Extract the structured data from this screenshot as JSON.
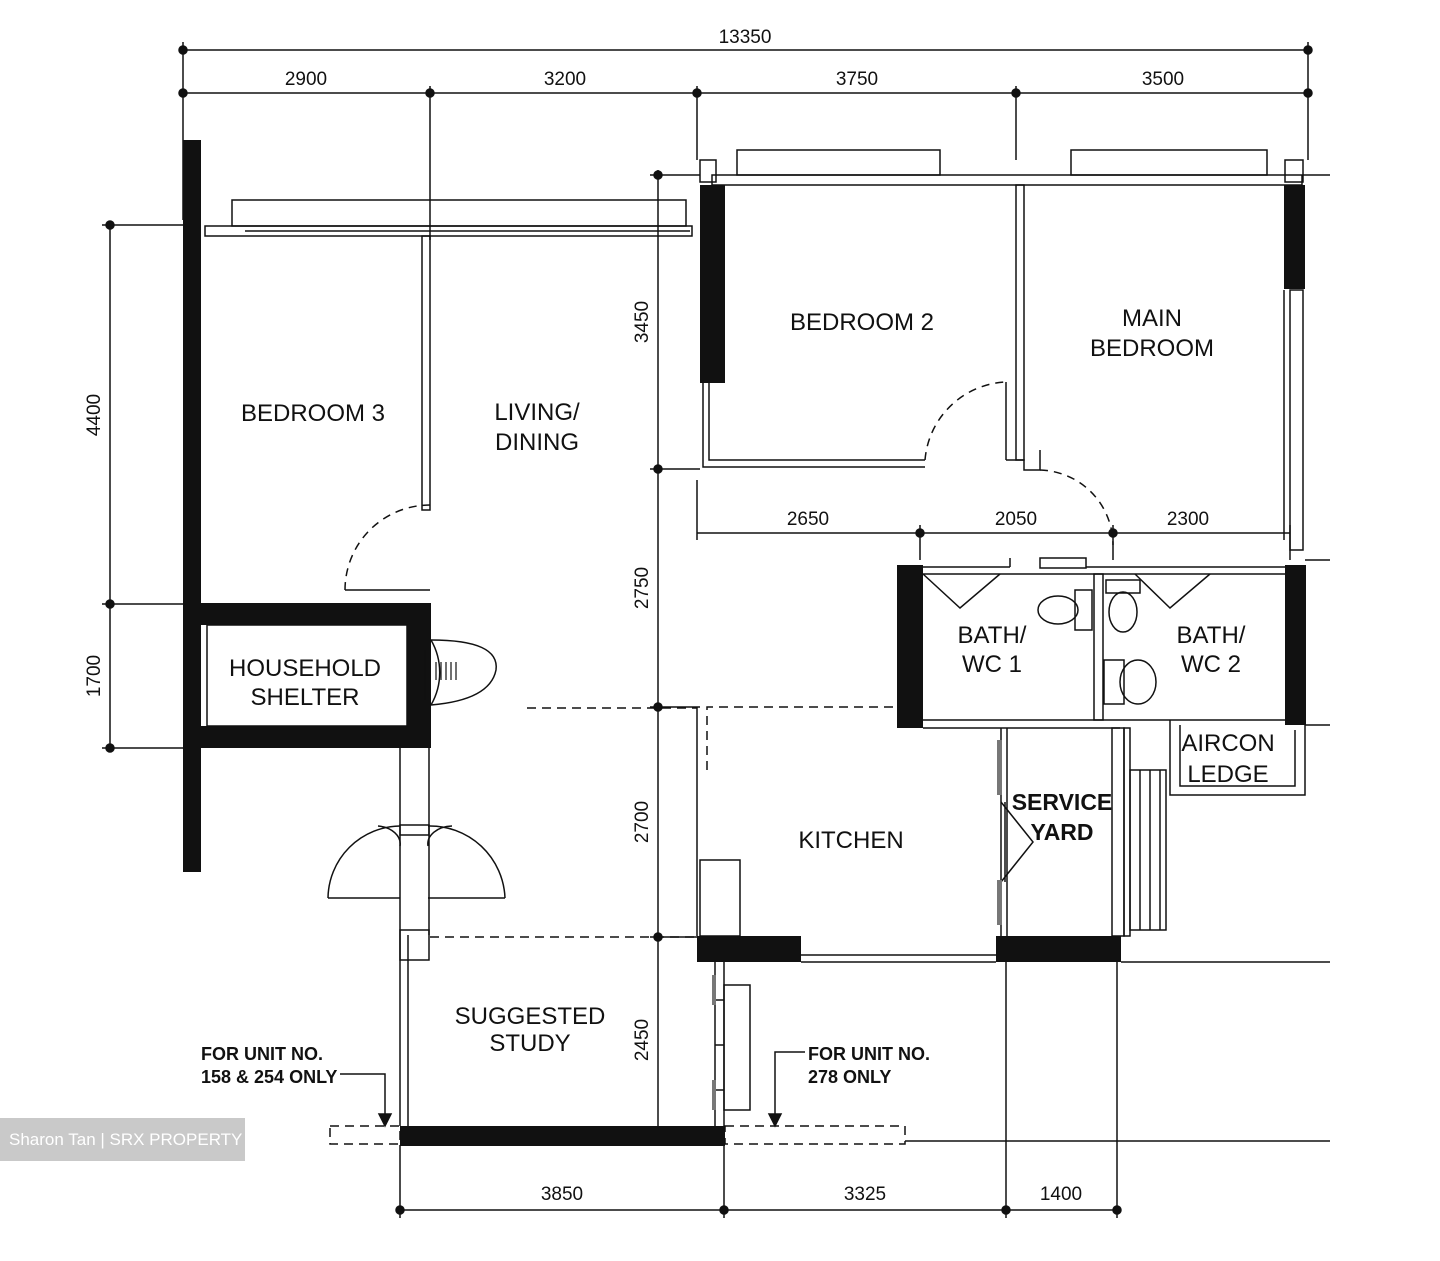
{
  "dimensions": {
    "top_total": "13350",
    "top": [
      "2900",
      "3200",
      "3750",
      "3500"
    ],
    "left": [
      "4400",
      "1700"
    ],
    "center_vertical": [
      "3450",
      "2750",
      "2700",
      "2450"
    ],
    "mid_horizontal": [
      "2650",
      "2050",
      "2300"
    ],
    "bottom": [
      "3850",
      "3325",
      "1400"
    ]
  },
  "rooms": {
    "bedroom3": "BEDROOM 3",
    "living": [
      "LIVING/",
      "DINING"
    ],
    "bedroom2": "BEDROOM 2",
    "main_bedroom": [
      "MAIN",
      "BEDROOM"
    ],
    "household_shelter": [
      "HOUSEHOLD",
      "SHELTER"
    ],
    "bath1": [
      "BATH/",
      "WC 1"
    ],
    "bath2": [
      "BATH/",
      "WC 2"
    ],
    "aircon_ledge": [
      "AIRCON",
      "LEDGE"
    ],
    "service_yard": [
      "SERVICE",
      "YARD"
    ],
    "kitchen": "KITCHEN",
    "study": [
      "SUGGESTED",
      "STUDY"
    ]
  },
  "notes": {
    "unit_a": [
      "FOR UNIT NO.",
      "158 & 254 ONLY"
    ],
    "unit_b": [
      "FOR UNIT NO.",
      "278 ONLY"
    ]
  },
  "watermark": "Sharon Tan | SRX PROPERTY"
}
